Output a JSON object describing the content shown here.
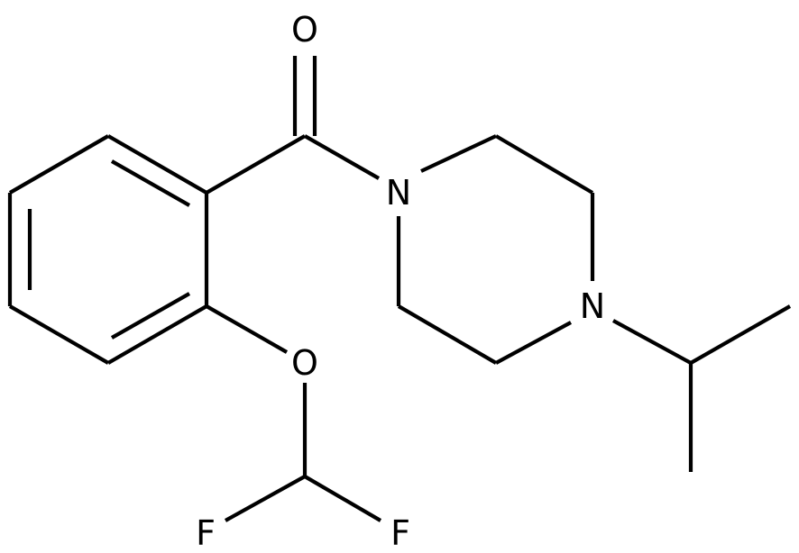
{
  "molecule": {
    "atoms": {
      "o_carbonyl": "O",
      "o_ether": "O",
      "n_amide": "N",
      "n_amine": "N",
      "f_left": "F",
      "f_right": "F"
    },
    "colors": {
      "bond": "#000000",
      "label": "#000000",
      "background": "#ffffff"
    }
  }
}
